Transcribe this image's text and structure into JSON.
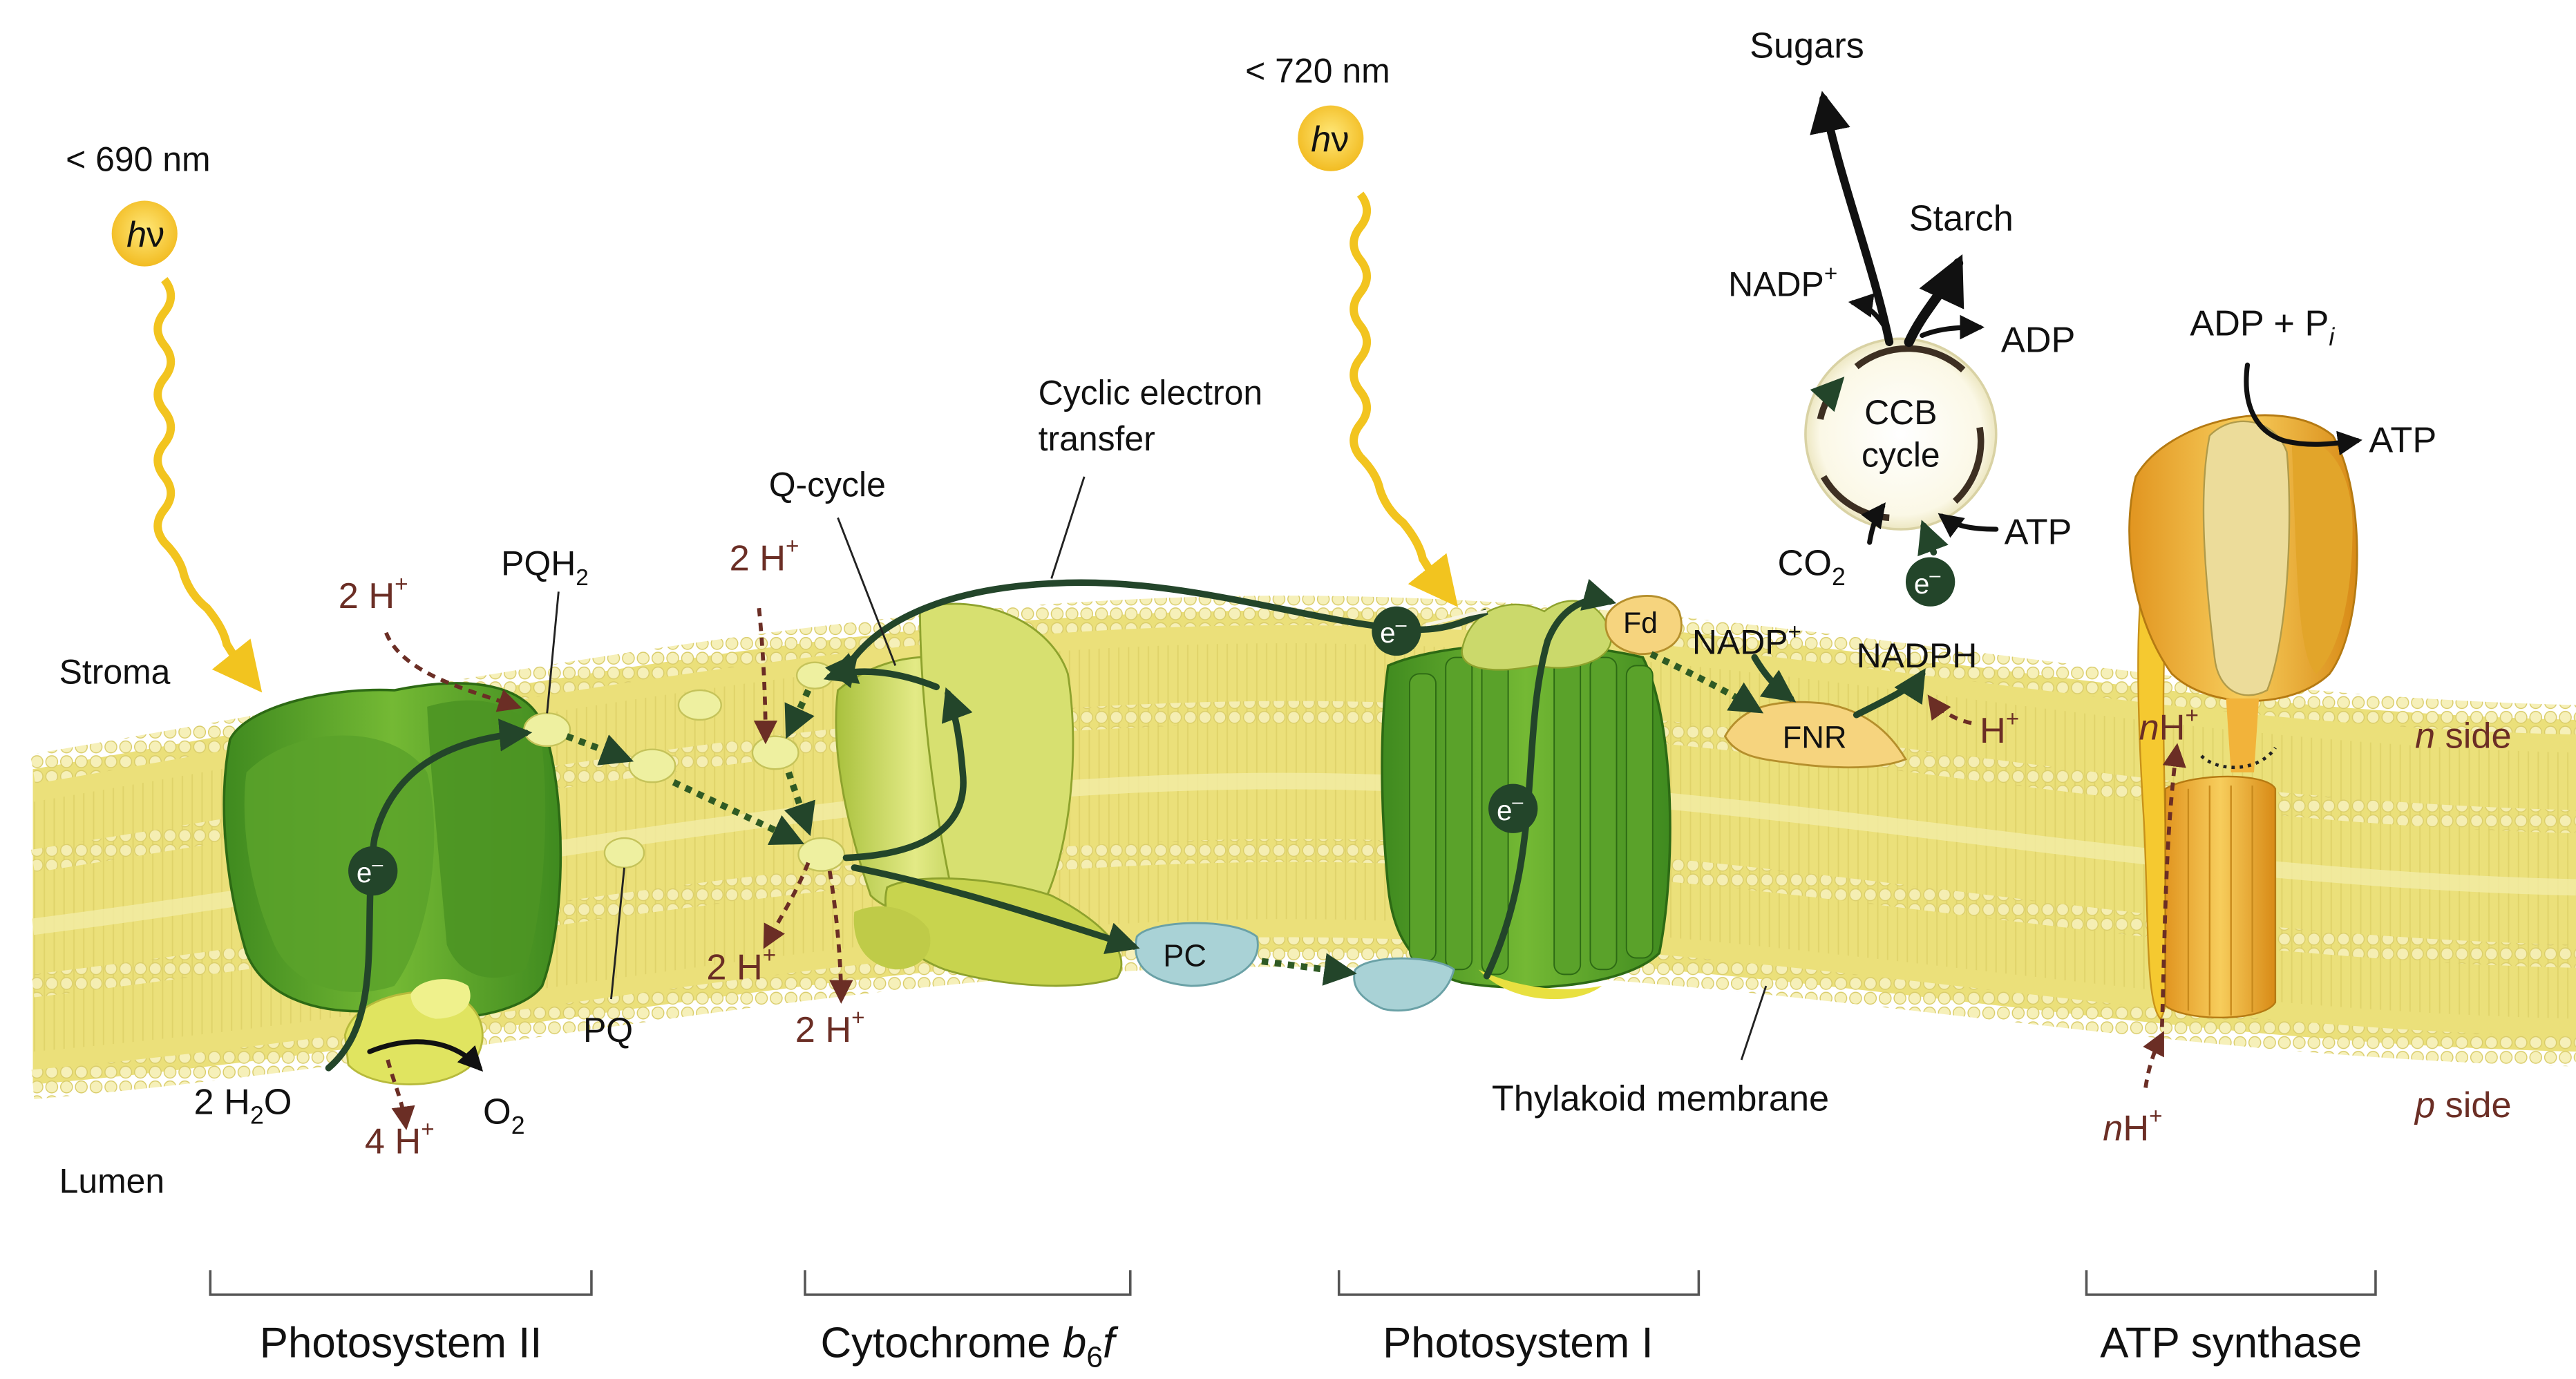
{
  "regions": {
    "stroma": "Stroma",
    "lumen": "Lumen",
    "n_side": "side",
    "p_side": "side",
    "membrane": "Thylakoid membrane"
  },
  "sections": {
    "ps2": "Photosystem II",
    "cyt_prefix": "Cytochrome ",
    "cyt_b": "b",
    "cyt_sub": "6",
    "cyt_f": "f",
    "ps1": "Photosystem I",
    "atp_synthase": "ATP synthase"
  },
  "light": {
    "ps2_wavelength": "< 690 nm",
    "ps1_wavelength": "< 720 nm",
    "h": "h",
    "nu": "ν"
  },
  "labels": {
    "pqh2_base": "PQH",
    "pqh2_sub": "2",
    "pq": "PQ",
    "qcycle": "Q-cycle",
    "cyclic_line1": "Cyclic electron",
    "cyclic_line2": "transfer",
    "pc": "PC",
    "fd": "Fd",
    "fnr": "FNR",
    "nadp_plus": "NADP",
    "nadph": "NADPH",
    "electron": "e",
    "water_coef": "2 H",
    "water_sub": "2",
    "water_o": "O",
    "o2_base": "O",
    "o2_sub": "2",
    "two_h": "2 H",
    "four_h": "4 H",
    "h": "H",
    "n": "n",
    "p": "p",
    "plus": "+",
    "minus": "–"
  },
  "ccb": {
    "cycle_line1": "CCB",
    "cycle_line2": "cycle",
    "sugars": "Sugars",
    "starch": "Starch",
    "nadp_plus": "NADP",
    "adp": "ADP",
    "atp": "ATP",
    "co2_base": "CO",
    "co2_sub": "2"
  },
  "atp_synthase": {
    "adp_pi_base": "ADP + P",
    "adp_pi_sub": "i",
    "atp": "ATP"
  },
  "colors": {
    "membrane": "#ebe07a",
    "lipid_head": "#f4efb4",
    "protein_green_dark": "#3f8a1f",
    "protein_green": "#6fb02f",
    "protein_light": "#c9d95a",
    "atp_orange": "#e9a52a",
    "pc_blue": "#a9d2d6",
    "photon_yellow": "#f2c41f",
    "electron_dark": "#23452a",
    "proton_red": "#6b2e25"
  }
}
